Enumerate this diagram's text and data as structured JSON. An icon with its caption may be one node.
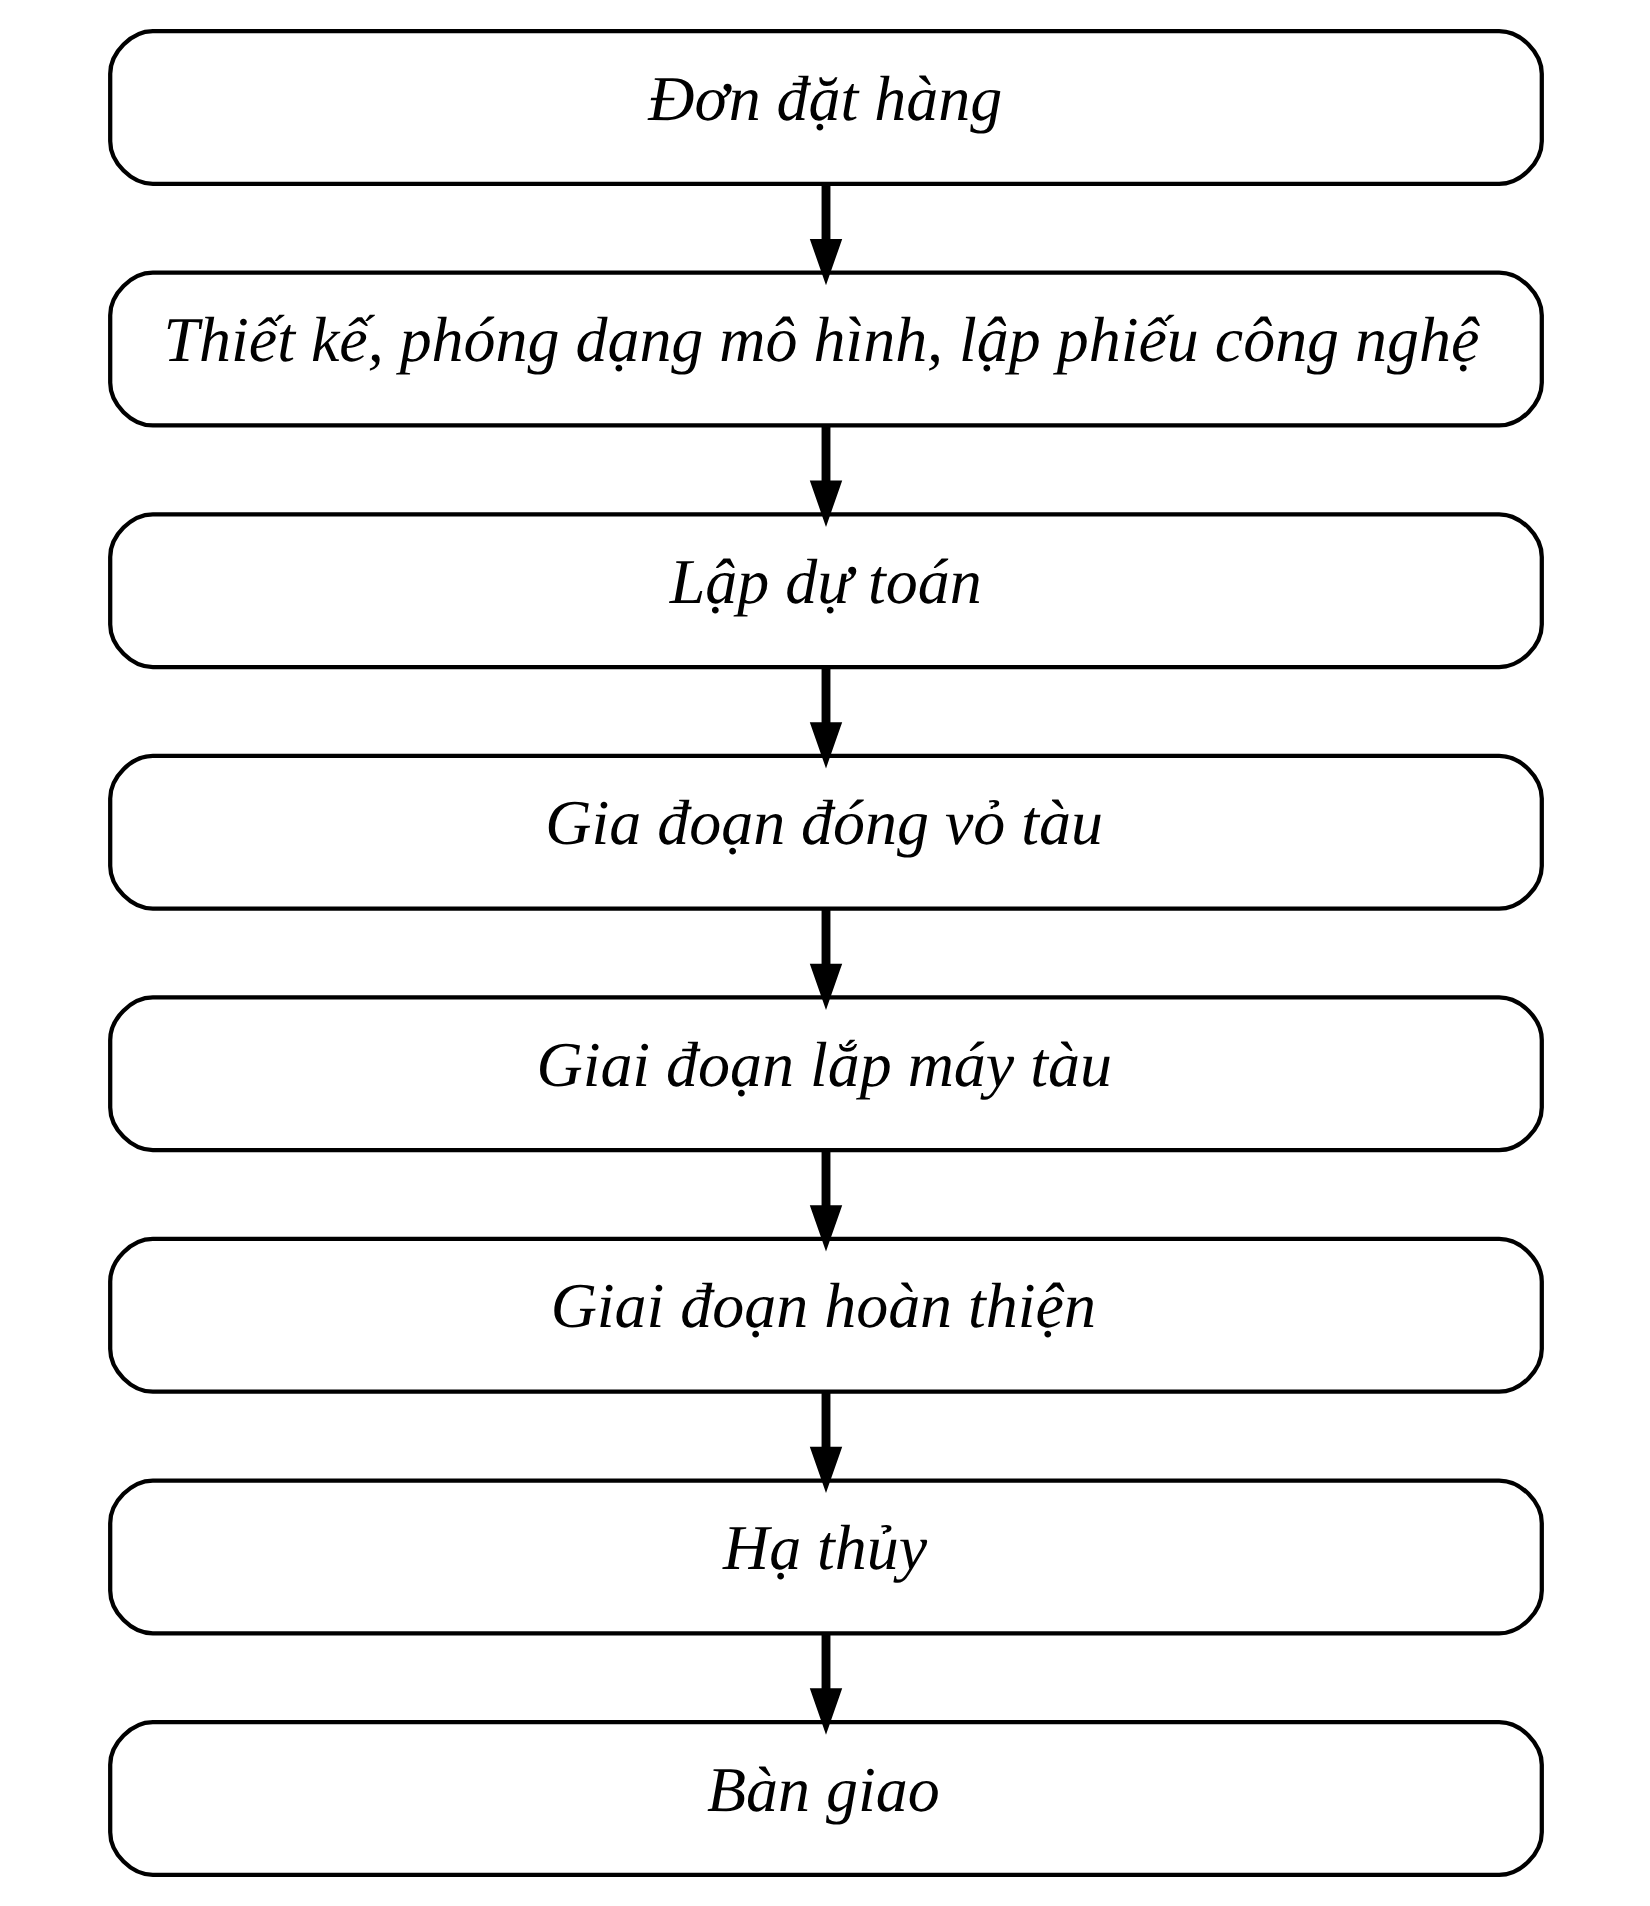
{
  "diagram": {
    "nodes": [
      {
        "text": [
          "Đơn đặt hàng"
        ]
      },
      {
        "text": [
          "Thiết kế, phóng dạng mô hình, lập phiếu công nghệ"
        ]
      },
      {
        "text": [
          "Lập dự toán"
        ]
      },
      {
        "text": [
          "Gia đoạn đóng vỏ tàu"
        ]
      },
      {
        "text": [
          "Giai đoạn lắp máy tàu"
        ]
      },
      {
        "text": [
          "Giai đoạn hoàn thiện"
        ]
      },
      {
        "text": [
          "Hạ thủy"
        ]
      },
      {
        "text": [
          "Bàn giao"
        ]
      }
    ],
    "edges": [
      {
        "from": 0,
        "to": 1,
        "arrow": "to"
      },
      {
        "from": 1,
        "to": 2,
        "arrow": "to"
      },
      {
        "from": 2,
        "to": 3,
        "arrow": "to"
      },
      {
        "from": 3,
        "to": 4,
        "arrow": "to"
      },
      {
        "from": 4,
        "to": 5,
        "arrow": "to"
      },
      {
        "from": 5,
        "to": 6,
        "arrow": "to"
      },
      {
        "from": 6,
        "to": 7,
        "arrow": "to"
      }
    ]
  }
}
